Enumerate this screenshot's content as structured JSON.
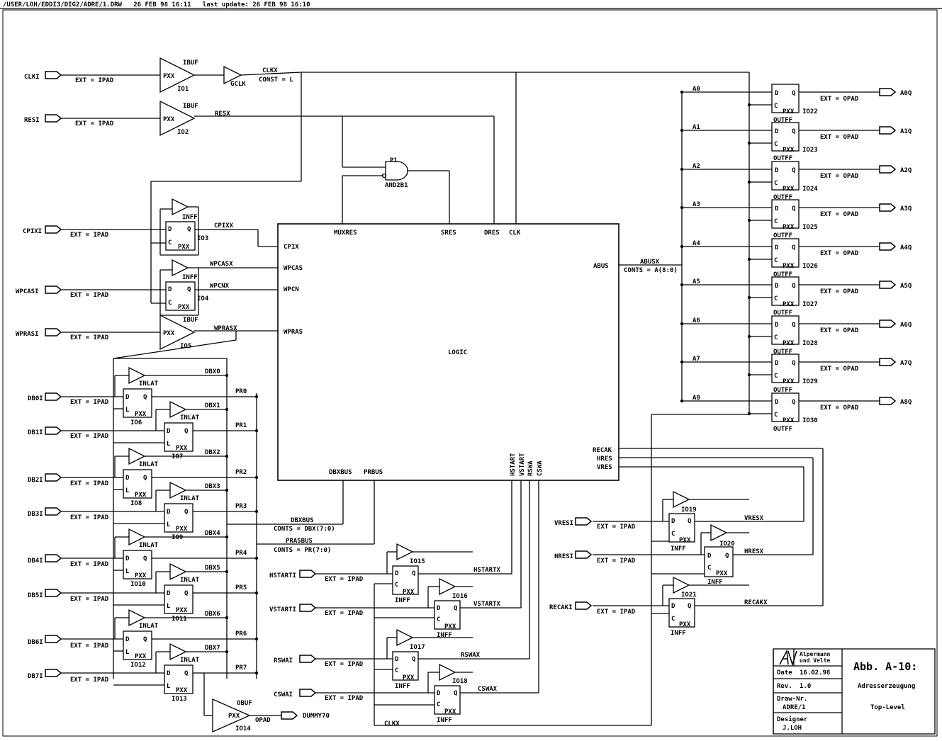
{
  "header": {
    "path": "/USER/LOH/EDDI3/DIG2/ADRE/1.DRW",
    "date": "26 FEB 98 16:11",
    "update": "last update: 26 FEB 98 16:10"
  },
  "labels": {
    "clki": "CLKI",
    "resi": "RESI",
    "cpixi": "CPIXI",
    "wpcasi": "WPCASI",
    "wprasi": "WPRASI",
    "db0i": "DB0I",
    "db1i": "DB1I",
    "db2i": "DB2I",
    "db3i": "DB3I",
    "db4i": "DB4I",
    "db5i": "DB5I",
    "db6i": "DB6I",
    "db7i": "DB7I",
    "hstarti": "HSTARTI",
    "vstarti": "VSTARTI",
    "rswai": "RSWAI",
    "cswai": "CSWAI",
    "vresi": "VRESI",
    "hresi": "HRESI",
    "recaki": "RECAKI",
    "ext_ipad": "EXT = IPAD",
    "ext_opad": "EXT = OPAD",
    "ibuf": "IBUF",
    "obuf": "OBUF",
    "inff": "INFF",
    "inlat": "INLAT",
    "outff": "OUTFF",
    "pxx": "PXX",
    "opad": "OPAD",
    "gclk": "GCLK",
    "clkx": "CLKX",
    "const_l": "CONST = L",
    "resx": "RESX",
    "cpixx": "CPIXX",
    "wpcasx": "WPCASX",
    "wpcnx": "WPCNX",
    "wprasx": "WPRASX",
    "p1": "P1",
    "and2b1": "AND2B1",
    "dbx0": "DBX0",
    "dbx1": "DBX1",
    "dbx2": "DBX2",
    "dbx3": "DBX3",
    "dbx4": "DBX4",
    "dbx5": "DBX5",
    "dbx6": "DBX6",
    "dbx7": "DBX7",
    "pr0": "PR0",
    "pr1": "PR1",
    "pr2": "PR2",
    "pr3": "PR3",
    "pr4": "PR4",
    "pr5": "PR5",
    "pr6": "PR6",
    "pr7": "PR7",
    "dbxbus": "DBXBUS",
    "conts_dbx": "CONTS = DBX(7:0)",
    "prasbus": "PRASBUS",
    "conts_pr": "CONTS = PR(7:0)",
    "abusx": "ABUSX",
    "conts_a": "CONTS = A(8:0)",
    "hstartx": "HSTARTX",
    "vstartx": "VSTARTX",
    "rswax": "RSWAX",
    "cswax": "CSWAX",
    "vresx": "VRESX",
    "hresx": "HRESX",
    "recakx": "RECAKX",
    "clkx2": "CLKX",
    "dummy70": "DUMMY70",
    "io1": "IO1",
    "io2": "IO2",
    "io3": "IO3",
    "io4": "IO4",
    "io5": "IO5",
    "io6": "IO6",
    "io7": "IO7",
    "io8": "IO8",
    "io9": "IO9",
    "io10": "IO10",
    "io11": "IO11",
    "io12": "IO12",
    "io13": "IO13",
    "io14": "IO14",
    "io15": "IO15",
    "io16": "IO16",
    "io17": "IO17",
    "io18": "IO18",
    "io19": "IO19",
    "io20": "IO20",
    "io21": "IO21",
    "io22": "IO22",
    "io23": "IO23",
    "io24": "IO24",
    "io25": "IO25",
    "io26": "IO26",
    "io27": "IO27",
    "io28": "IO28",
    "io29": "IO29",
    "io30": "IO30",
    "a0": "A0",
    "a1": "A1",
    "a2": "A2",
    "a3": "A3",
    "a4": "A4",
    "a5": "A5",
    "a6": "A6",
    "a7": "A7",
    "a8": "A8",
    "a0q": "A0Q",
    "a1q": "A1Q",
    "a2q": "A2Q",
    "a3q": "A3Q",
    "a4q": "A4Q",
    "a5q": "A5Q",
    "a6q": "A6Q",
    "a7q": "A7Q",
    "a8q": "A8Q"
  },
  "logic": {
    "name": "LOGIC",
    "muxres": "MUXRES",
    "sres": "SRES",
    "dres": "DRES",
    "clk": "CLK",
    "cpix": "CPIX",
    "wpcas": "WPCAS",
    "wpcn": "WPCN",
    "wpras": "WPRAS",
    "abus": "ABUS",
    "recak": "RECAK",
    "hres": "HRES",
    "vres": "VRES",
    "dbxbus": "DBXBUS",
    "prbus": "PRBUS",
    "hstart": "HSTART",
    "vstart": "VSTART",
    "rswa": "RSWA",
    "cswa": "CSWA"
  },
  "title_block": {
    "company": "Alpermann und Velte",
    "date_label": "Date",
    "date": "16.02.98",
    "rev_label": "Rev.",
    "rev": "1.0",
    "drawnr_label": "Draw-Nr.",
    "drawnr": "ADRE/1",
    "designer_label": "Designer",
    "designer": "J.LOH",
    "abb": "Abb. A-10:",
    "subtitle": "Adresserzeugung",
    "level": "Top-Level"
  }
}
